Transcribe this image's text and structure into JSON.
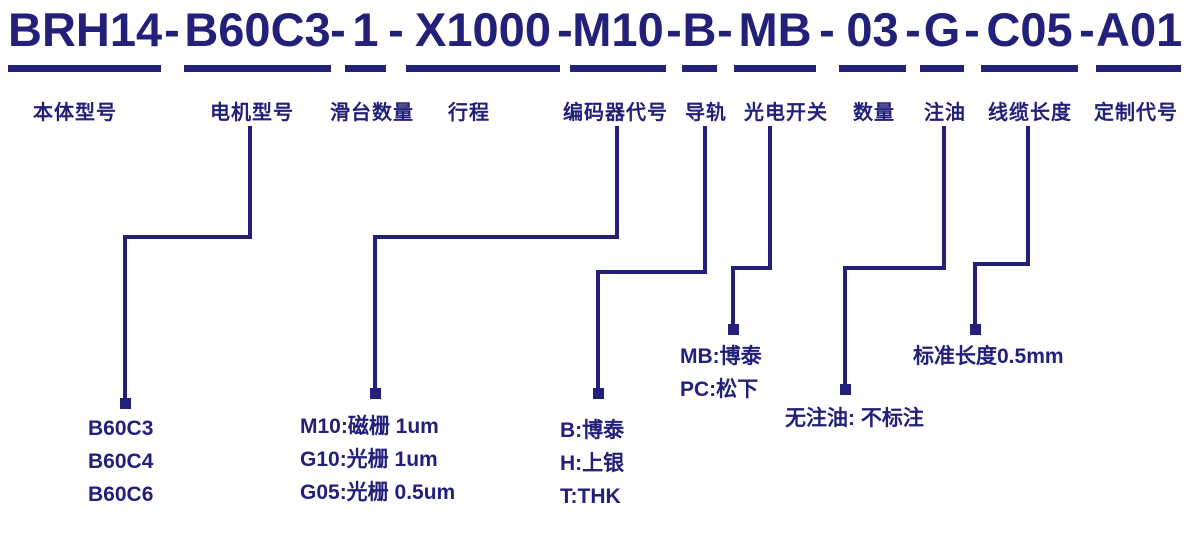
{
  "colors": {
    "ink": "#232079",
    "background": "#ffffff"
  },
  "code": {
    "full": "BRH14-B60C3-1-X1000-M10-B-MB-03-G-C05-A01",
    "separator": "-",
    "segments": [
      "BRH14",
      "B60C3",
      "1",
      "X1000",
      "M10",
      "B",
      "MB",
      "03",
      "G",
      "C05",
      "A01"
    ]
  },
  "labels": [
    "本体型号",
    "电机型号",
    "滑台数量",
    "行程",
    "编码器代号",
    "导轨",
    "光电开关",
    "数量",
    "注油",
    "线缆长度",
    "定制代号"
  ],
  "legends": {
    "motor": {
      "items": [
        "B60C3",
        "B60C4",
        "B60C6"
      ]
    },
    "encoder": {
      "items": [
        "M10:磁栅 1um",
        "G10:光栅 1um",
        "G05:光栅 0.5um"
      ]
    },
    "rail": {
      "items": [
        "B:博泰",
        "H:上银",
        "T:THK"
      ]
    },
    "photo_switch": {
      "items": [
        "MB:博泰",
        "PC:松下"
      ]
    },
    "oiling": {
      "items": [
        "无注油: 不标注"
      ]
    },
    "cable_length": {
      "items": [
        "标准长度0.5mm"
      ]
    }
  }
}
